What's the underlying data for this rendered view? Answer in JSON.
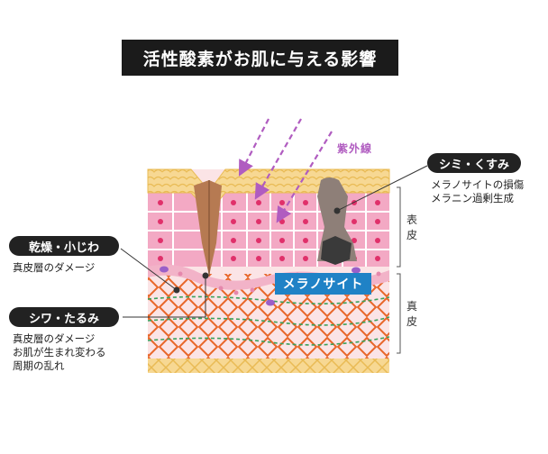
{
  "title": "活性酸素がお肌に与える影響",
  "uv_label": "紫外線",
  "callouts": {
    "dry": {
      "label": "乾燥・小じわ",
      "lines": [
        "真皮層のダメージ"
      ]
    },
    "wrinkle": {
      "label": "シワ・たるみ",
      "lines": [
        "真皮層のダメージ",
        "お肌が生まれ変わる",
        "周期の乱れ"
      ]
    },
    "spot": {
      "label": "シミ・くすみ",
      "lines": [
        "メラノサイトの損傷",
        "メラニン過剰生成"
      ]
    }
  },
  "melanocyte_label": "メラノサイト",
  "layers": {
    "epidermis": [
      "表",
      "皮"
    ],
    "dermis": [
      "真",
      "皮"
    ]
  },
  "colors": {
    "uv_arrow": "#b05cc0",
    "cell_fill": "#f3a9c4",
    "nucleus": "#e0306a",
    "collagen": "#e8672a",
    "elastin": "#3aa05a",
    "melanocyte": "#1f82c6",
    "surface": "#f7d893"
  }
}
